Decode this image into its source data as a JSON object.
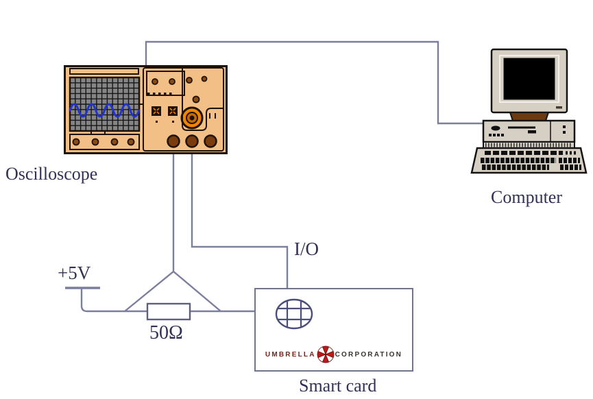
{
  "diagram": {
    "labels": {
      "oscilloscope": "Oscilloscope",
      "computer": "Computer",
      "smart_card": "Smart card",
      "supply_voltage": "+5V",
      "resistor_value": "50Ω",
      "io_line": "I/O"
    },
    "smart_card_logo": {
      "left_text": "UMBRELLA",
      "right_text": "CORPORATION"
    },
    "icons": {
      "oscilloscope": "oscilloscope-icon",
      "computer": "computer-icon",
      "chip_contact": "chip-contact-icon",
      "umbrella_logo": "umbrella-logo-icon"
    },
    "colors": {
      "wire": "#7b7f9d",
      "label_text": "#313156",
      "card_border": "#70748f",
      "chip_outline": "#4a4e78",
      "resistor_outline": "#5d6078",
      "osc_body": "#f2bf86",
      "osc_outline": "#1d1206",
      "knob_brown": "#8a4a10",
      "connector_brown": "#7a3c0c",
      "knob_orange": "#ee8400",
      "screen_gray": "#858585",
      "wave_blue": "#2233cc",
      "pc_beige": "#d6cfc3",
      "pc_outline": "#141414",
      "stand_brown": "#6b3a10",
      "logo_red": "#7a241c",
      "logo_gray": "#38332f",
      "umbrella_red": "#c01818"
    }
  }
}
